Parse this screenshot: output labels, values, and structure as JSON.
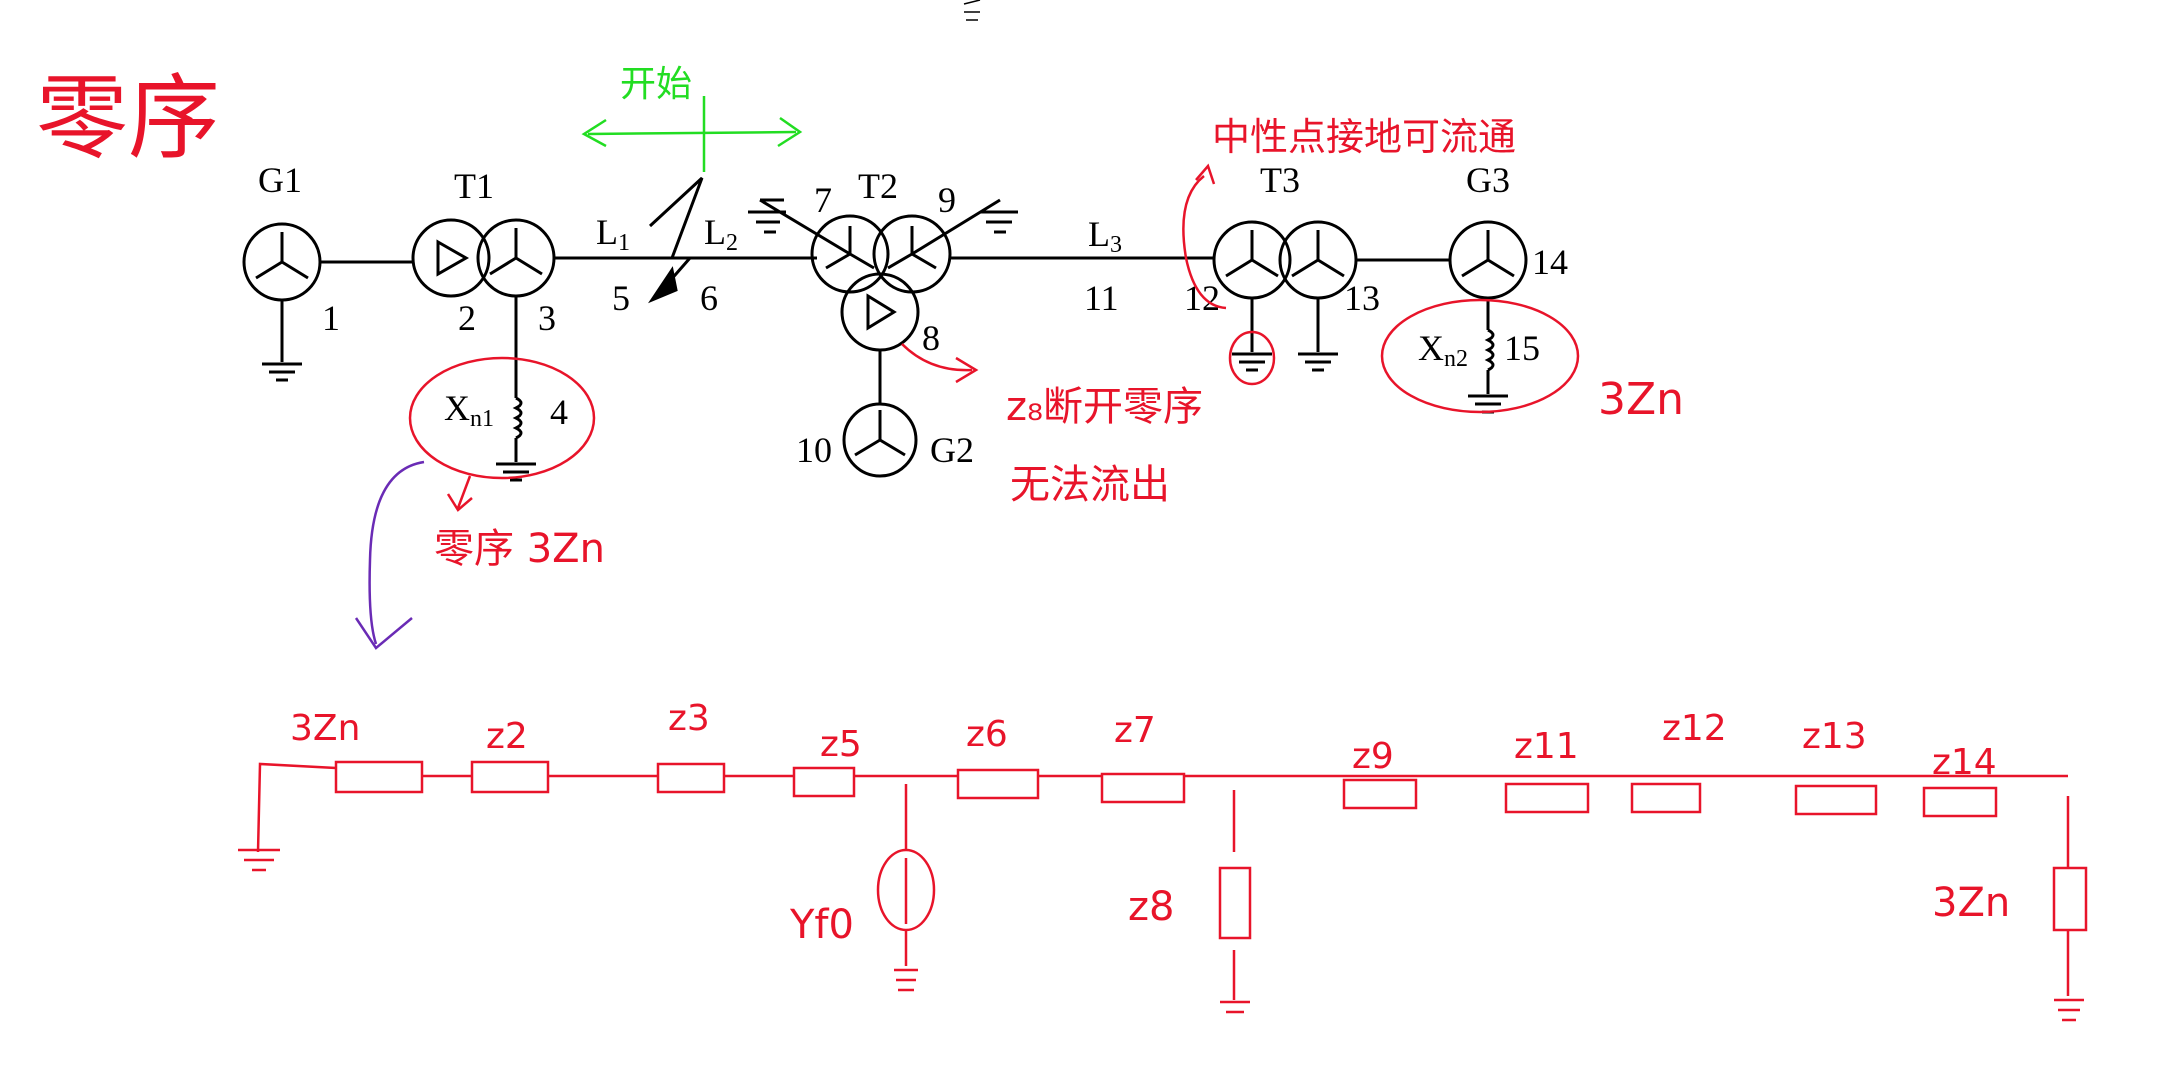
{
  "colors": {
    "ink": "#000000",
    "red_ink": "#e8142a",
    "green_ink": "#22dd22",
    "purple_ink": "#6a2bb5"
  },
  "labels": {
    "g1": "G1",
    "t1": "T1",
    "t2": "T2",
    "t3": "T3",
    "g3": "G3",
    "g2": "G2",
    "l1": "L",
    "l1_sub": "1",
    "l2": "L",
    "l2_sub": "2",
    "l3": "L",
    "l3_sub": "3",
    "xn1": "X",
    "xn1_sub": "n1",
    "xn2": "X",
    "xn2_sub": "n2",
    "n1": "1",
    "n2": "2",
    "n3": "3",
    "n4": "4",
    "n5": "5",
    "n6": "6",
    "n7": "7",
    "n8": "8",
    "n9": "9",
    "n10": "10",
    "n11": "11",
    "n12": "12",
    "n13": "13",
    "n14": "14",
    "n15": "15"
  },
  "annotations": {
    "title_handwritten": "零序",
    "green_note": "开始",
    "neutral_ground_note": "中性点接地可流通",
    "z8_note_line1": "z₈断开零序",
    "z8_note_line2": "无法流出",
    "zero_seq_3zn_left": "零序 3Zn",
    "right_3zn": "3Zn"
  },
  "equivalent_circuit": {
    "impedances": [
      "3Zn",
      "z2",
      "z3",
      "z5",
      "z6",
      "z7",
      "z9",
      "z11",
      "z12",
      "z13",
      "z14"
    ],
    "shunt_left": "Yf0",
    "shunt_mid": "z8",
    "shunt_right": "3Zn"
  }
}
